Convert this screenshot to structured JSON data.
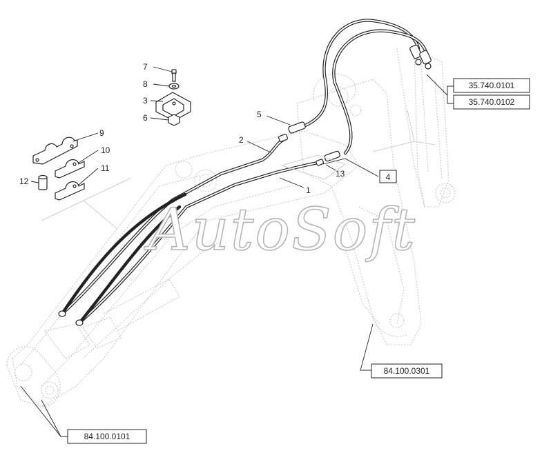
{
  "watermark": "AutoSoft",
  "callouts": {
    "c1": "1",
    "c2": "2",
    "c3": "3",
    "c4": "4",
    "c5": "5",
    "c6": "6",
    "c7": "7",
    "c8": "8",
    "c9": "9",
    "c10": "10",
    "c11": "11",
    "c12": "12",
    "c13": "13"
  },
  "references": {
    "cylinder_top": "35.740.0101",
    "cylinder_bottom": "35.740.0102",
    "dipper_arm": "84.100.0301",
    "boom": "84.100.0101"
  },
  "colors": {
    "line": "#222222",
    "ghost": "#c8c8c8",
    "watermark_outline": "#b5b5b5"
  }
}
